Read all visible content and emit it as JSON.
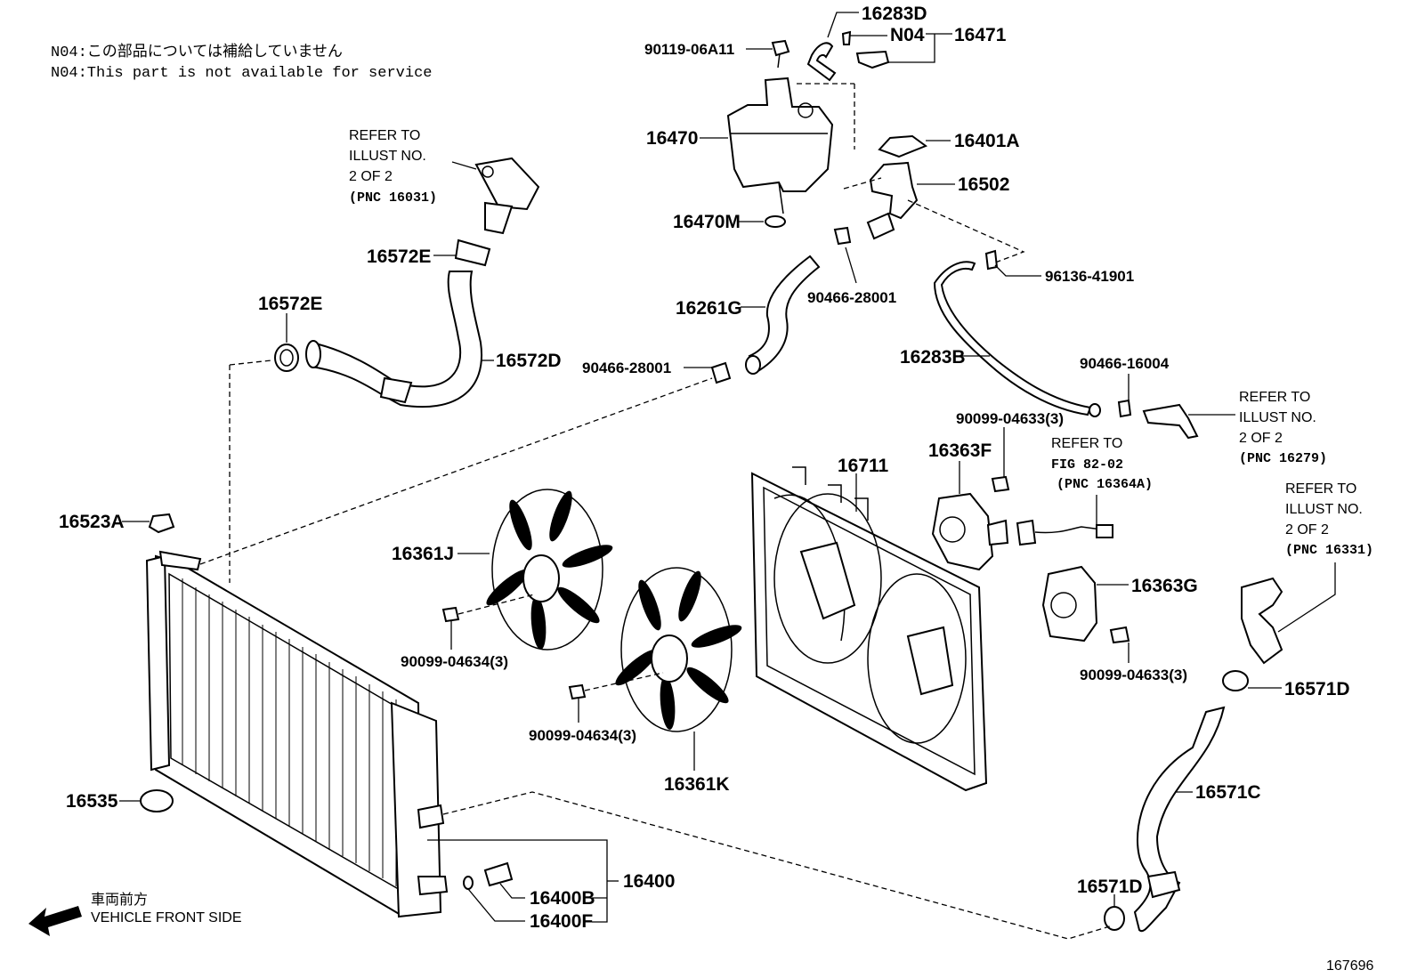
{
  "notes": {
    "line1": "N04:この部品については補給していません",
    "line2": "N04:This part is not available for service"
  },
  "refs": {
    "r16031": [
      "REFER TO",
      "ILLUST NO.",
      "2 OF 2",
      "(PNC 16031)"
    ],
    "r16279": [
      "REFER TO",
      "ILLUST NO.",
      "2 OF 2",
      "(PNC 16279)"
    ],
    "r16331": [
      "REFER TO",
      "ILLUST NO.",
      "2 OF 2",
      "(PNC 16331)"
    ],
    "r16364A": [
      "REFER TO",
      "FIG 82-02",
      "(PNC 16364A)"
    ]
  },
  "parts": {
    "p16283D": "16283D",
    "pN04": "N04",
    "p16471": "16471",
    "p90119": "90119-06A11",
    "p16470": "16470",
    "p16401A": "16401A",
    "p16502": "16502",
    "p16470M": "16470M",
    "p96136": "96136-41901",
    "p90466_28001_a": "90466-28001",
    "p16572E_a": "16572E",
    "p16572E_b": "16572E",
    "p16261G": "16261G",
    "p16572D": "16572D",
    "p90466_28001_b": "90466-28001",
    "p16283B": "16283B",
    "p90466_16004": "90466-16004",
    "p90099_04633_a": "90099-04633(3)",
    "p16363F": "16363F",
    "p16711": "16711",
    "p16523A": "16523A",
    "p16361J": "16361J",
    "p90099_04634_a": "90099-04634(3)",
    "p90099_04634_b": "90099-04634(3)",
    "p16361K": "16361K",
    "p16363G": "16363G",
    "p90099_04633_b": "90099-04633(3)",
    "p16571D_a": "16571D",
    "p16571C": "16571C",
    "p16535": "16535",
    "p16400": "16400",
    "p16400B": "16400B",
    "p16400F": "16400F",
    "p16571D_b": "16571D"
  },
  "direction": {
    "jp": "車両前方",
    "en": "VEHICLE FRONT SIDE"
  },
  "illustration_number": "167696"
}
